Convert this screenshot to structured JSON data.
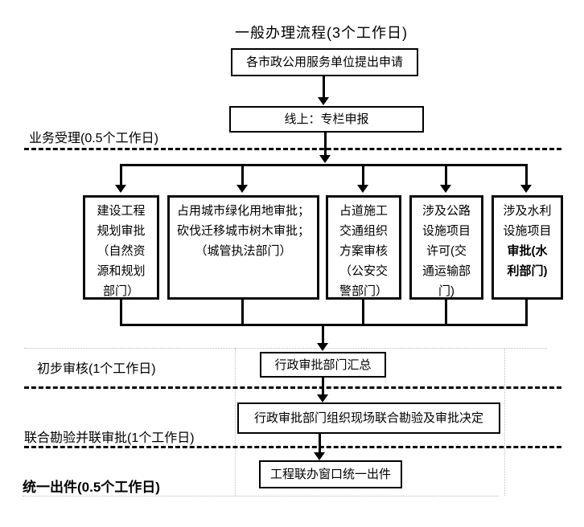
{
  "title": "一般办理流程(3个工作日)",
  "stages": {
    "stage1": "业务受理(0.5个工作日)",
    "stage2": "初步审核(1个工作日)",
    "stage3": "联合勘验并联审批(1个工作日)",
    "stage4": "统一出件(0.5个工作日)"
  },
  "nodes": {
    "apply": "各市政公用服务单位提出申请",
    "online": "线上：专栏申报",
    "summary": "行政审批部门汇总",
    "inspection": "行政审批部门组织现场联合勘验及审批决定",
    "issue": "工程联办窗口统一出件"
  },
  "parallel": [
    {
      "text": "建设工程\n规划审批\n（自然资\n源和规划\n部门）"
    },
    {
      "text": "占用城市绿化用地审批；\n砍伐迁移城市树木审批；\n（城管执法部门）"
    },
    {
      "text": "占道施工\n交通组织\n方案审核\n（公安交\n警部门）"
    },
    {
      "text": "涉及公路\n设施项目\n许可(交\n通运输部\n门)"
    },
    {
      "text_normal": "涉及水利\n设施项目",
      "text_bold": "审批(水\n利部门)"
    }
  ],
  "colors": {
    "line": "#000000",
    "background": "#ffffff",
    "faint_grid": "#bdbdbd"
  }
}
